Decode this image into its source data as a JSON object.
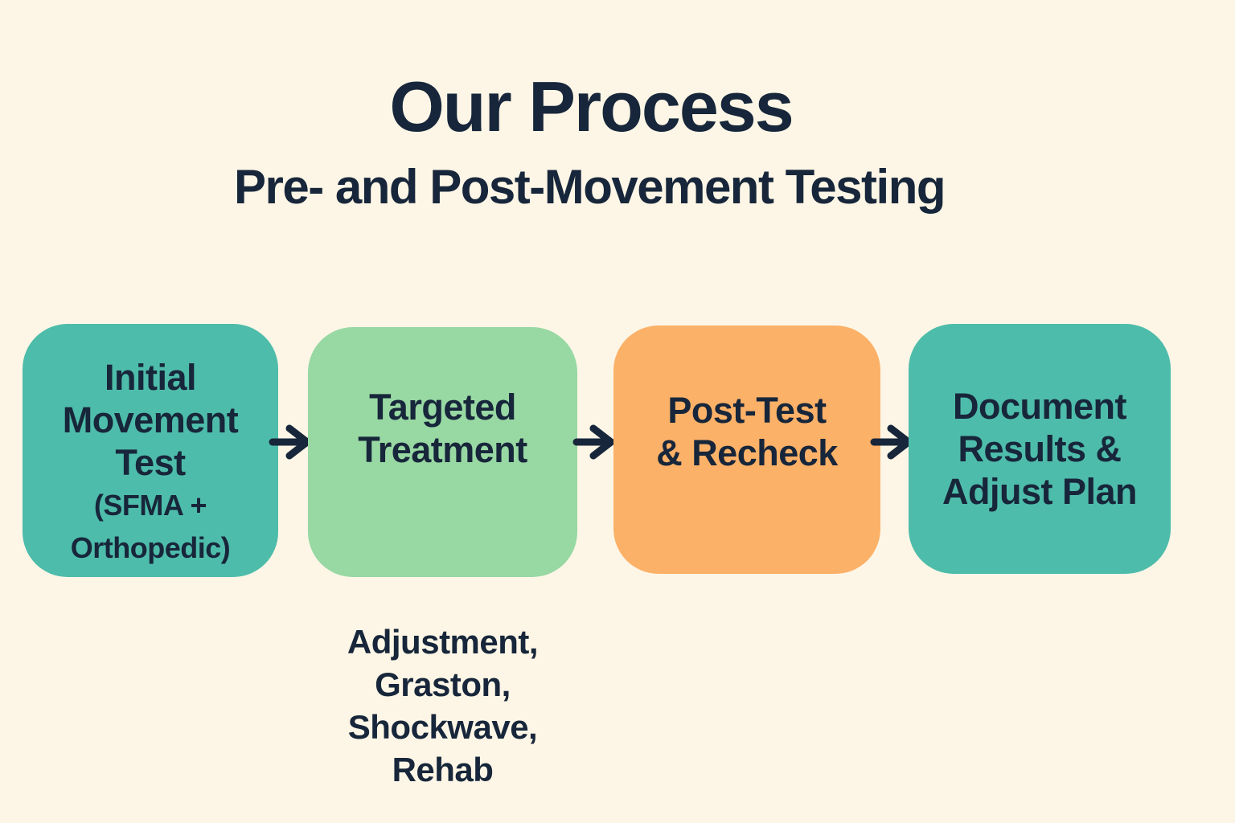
{
  "header": {
    "title": "Our Process",
    "subtitle": "Pre- and Post-Movement Testing"
  },
  "colors": {
    "background": "#fdf6e6",
    "text": "#17263a",
    "arrow": "#17263a",
    "teal": "#4ebcaa",
    "green": "#98d8a3",
    "orange": "#fcb168"
  },
  "icons": {
    "flow_arrow": "right-arrow",
    "flow_arrow_glyph": "→"
  },
  "steps": [
    {
      "label": "Initial Movement Test (SFMA + Orthopedic)",
      "label_lines": [
        "Initial",
        "Movement",
        "Test"
      ],
      "detail_lines": [
        "(SFMA +",
        "Orthopedic)"
      ],
      "color": "#4ebcaa"
    },
    {
      "label": "Targeted Treatment",
      "label_lines": [
        "Targeted",
        "Treatment"
      ],
      "color": "#98d8a3",
      "note": "Adjustment, Graston, Shockwave, Rehab",
      "note_lines": [
        "Adjustment,",
        "Graston,",
        "Shockwave,",
        "Rehab"
      ]
    },
    {
      "label": "Post-Test & Recheck",
      "label_lines": [
        "Post-Test",
        "& Recheck"
      ],
      "color": "#fcb168"
    },
    {
      "label": "Document Results & Adjust Plan",
      "label_lines": [
        "Document",
        "Results &",
        "Adjust Plan"
      ],
      "color": "#4ebcaa"
    }
  ]
}
